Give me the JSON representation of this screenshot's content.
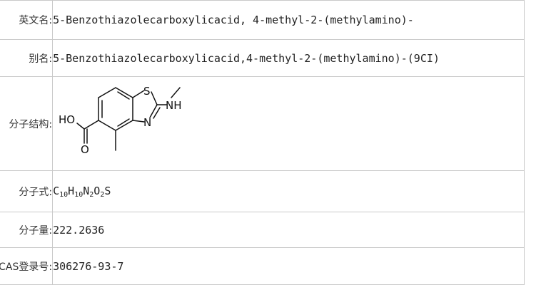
{
  "rows": {
    "english_name": {
      "label": "英文名:",
      "value": "5-Benzothiazolecarboxylicacid, 4-methyl-2-(methylamino)-"
    },
    "alias": {
      "label": "别名:",
      "value": "5-Benzothiazolecarboxylicacid,4-methyl-2-(methylamino)-(9CI)"
    },
    "structure": {
      "label": "分子结构:",
      "atoms": {
        "ho": "HO",
        "o": "O",
        "s": "S",
        "n": "N",
        "nh": "NH"
      }
    },
    "formula": {
      "label": "分子式:",
      "parts": {
        "c": "C",
        "c_n": "10",
        "h": "H",
        "h_n": "10",
        "n": "N",
        "n_n": "2",
        "o": "O",
        "o_n": "2",
        "s": "S"
      }
    },
    "weight": {
      "label": "分子量:",
      "value": "222.2636"
    },
    "cas": {
      "label": "CAS登录号:",
      "value": "306276-93-7"
    }
  }
}
